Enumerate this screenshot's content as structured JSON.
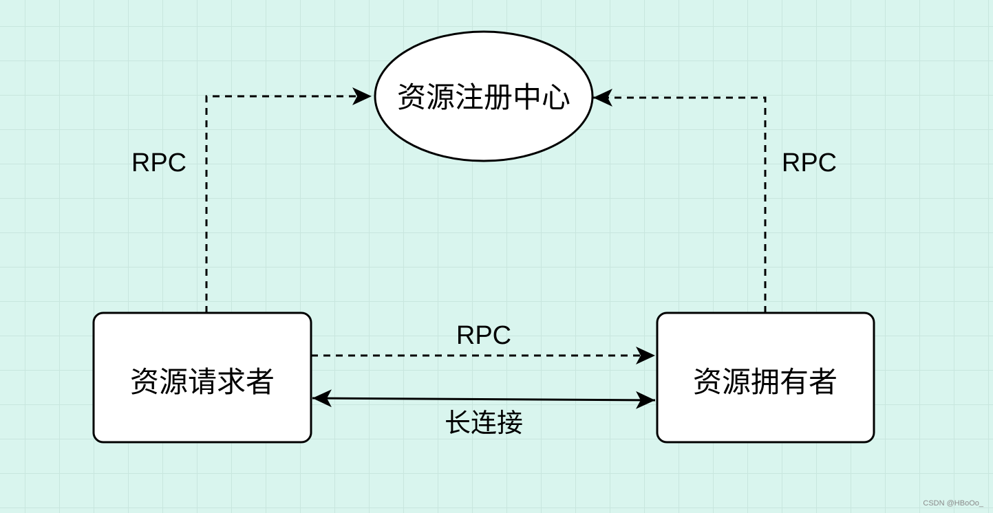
{
  "nodes": {
    "registry": "资源注册中心",
    "requester": "资源请求者",
    "owner": "资源拥有者"
  },
  "edges": {
    "requester_to_registry": "RPC",
    "owner_to_registry": "RPC",
    "requester_to_owner": "RPC",
    "long_connection": "长连接"
  },
  "watermark": "CSDN @HBoOo_"
}
